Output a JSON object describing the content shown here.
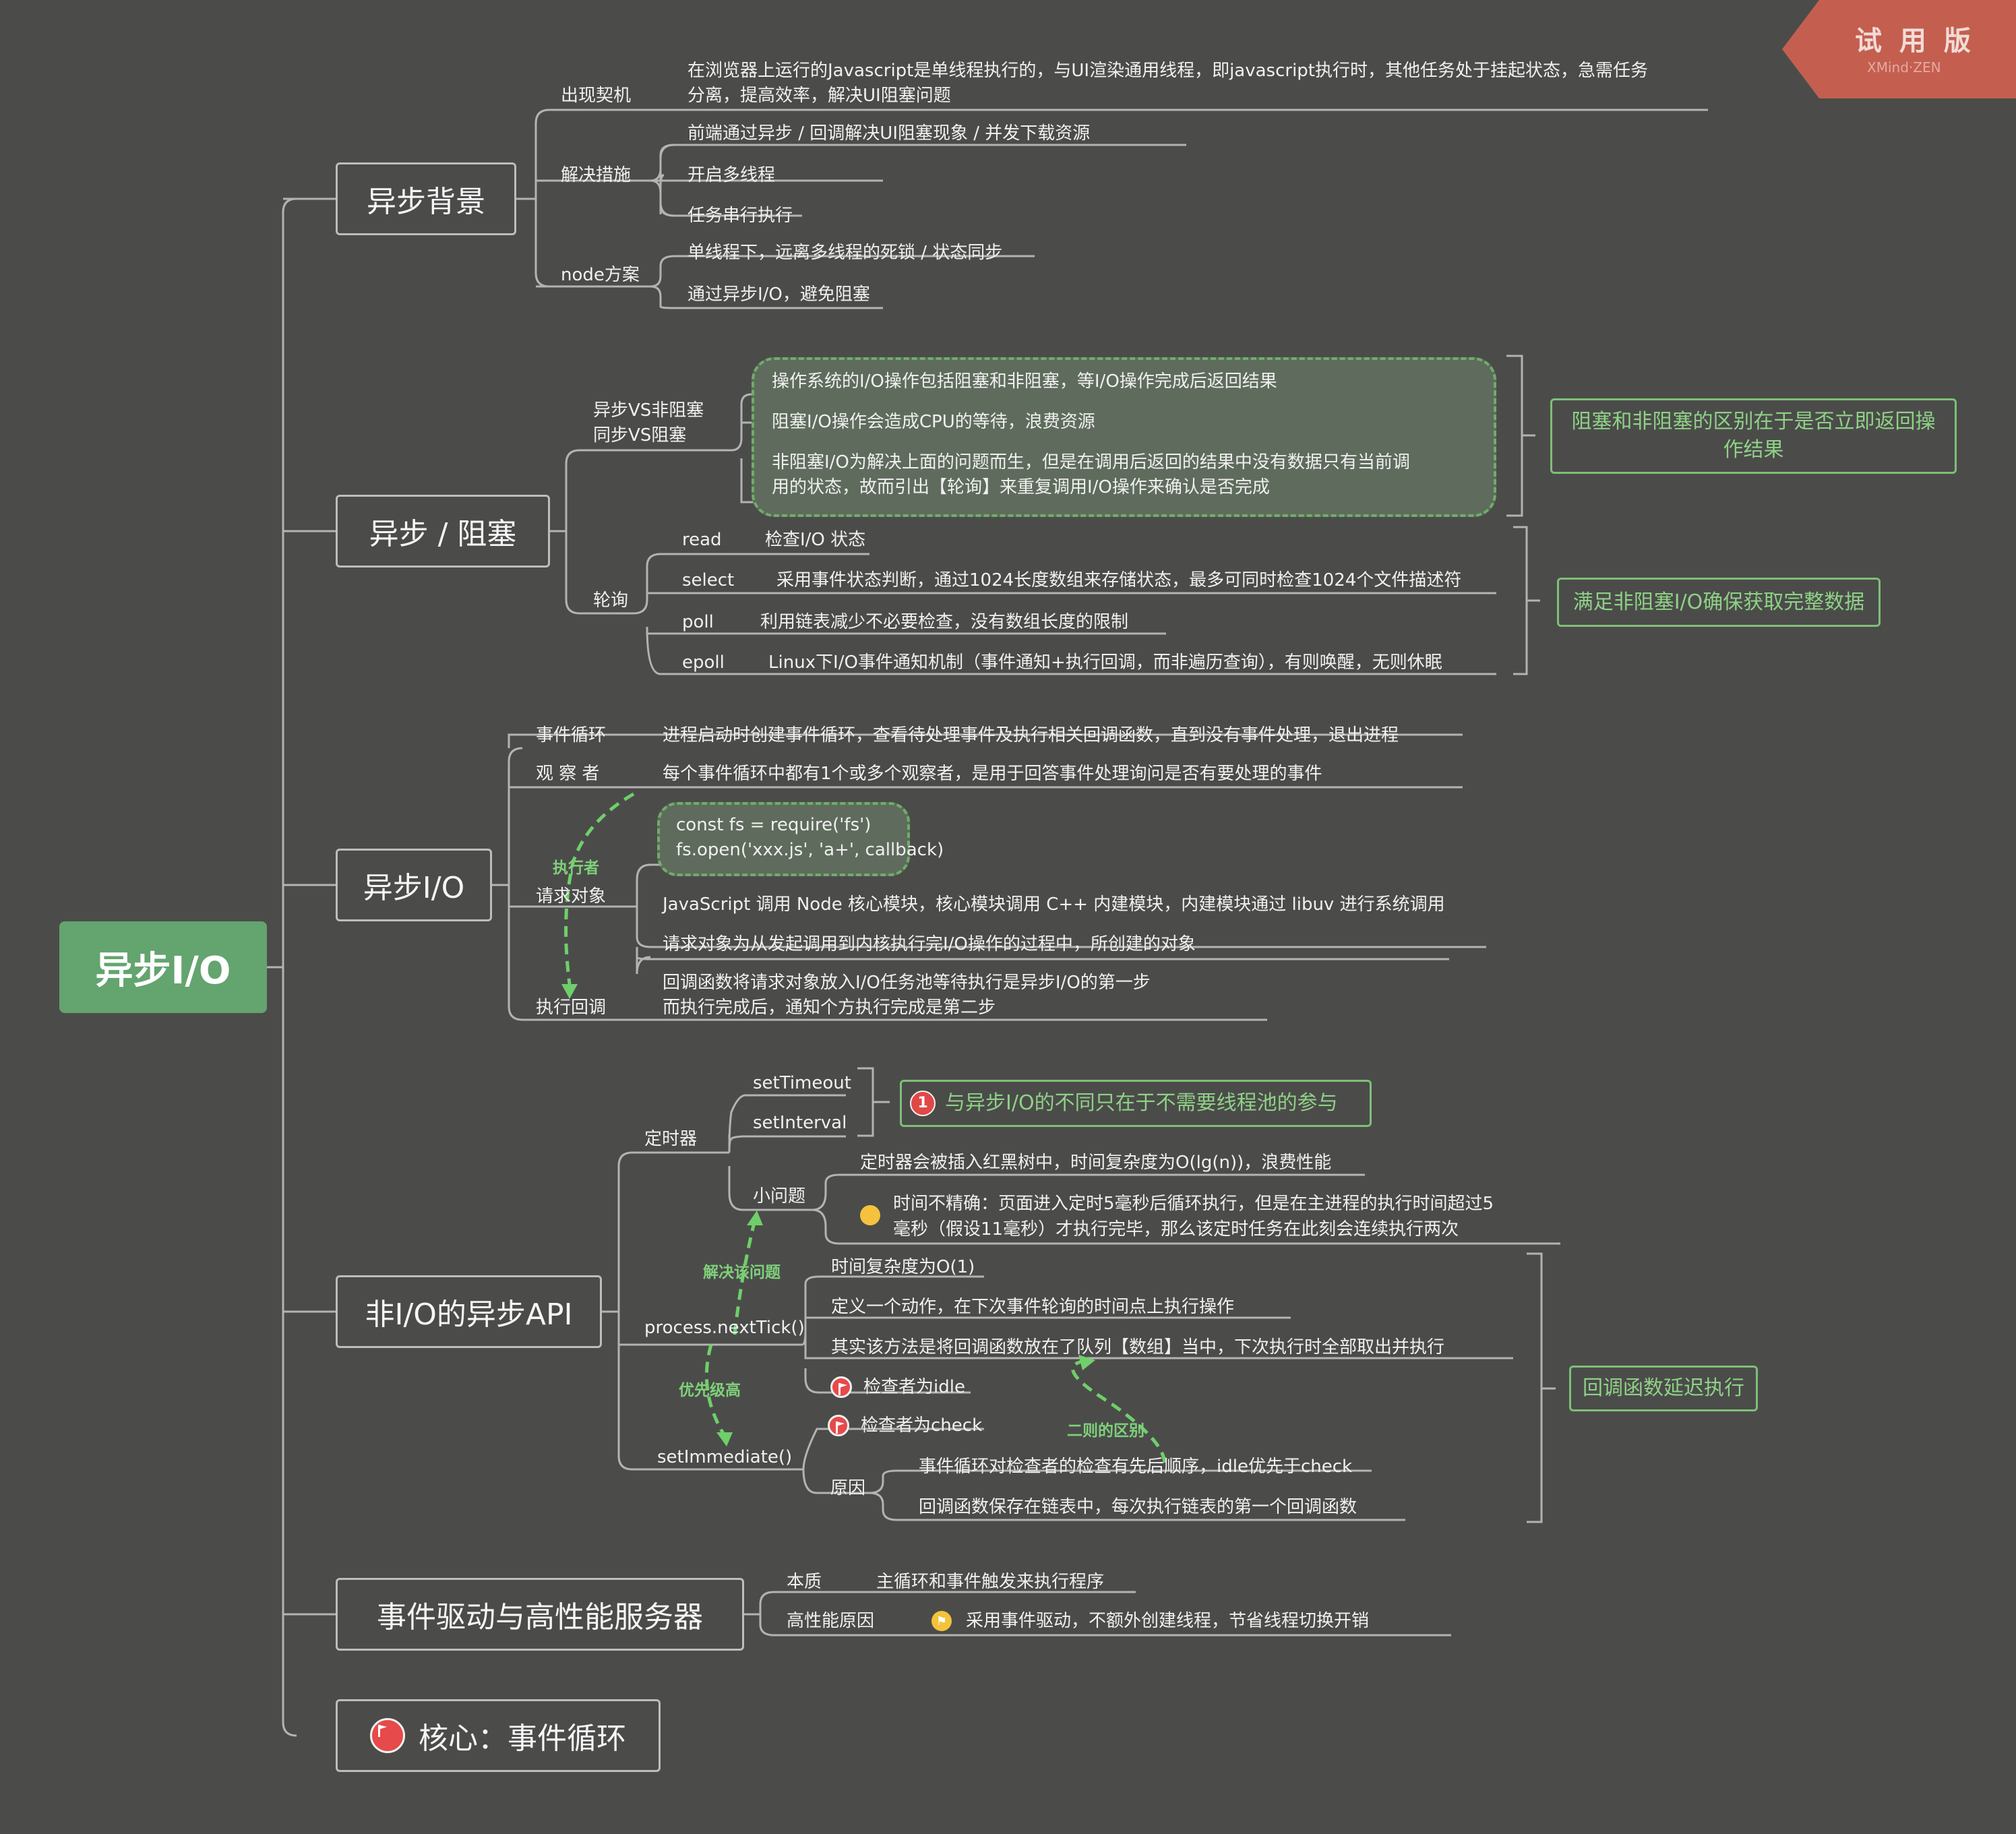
{
  "root": {
    "label": "异步I/O"
  },
  "watermark": {
    "label": "试 用 版",
    "sub": "XMind·ZEN"
  },
  "branch1": {
    "label": "异步背景",
    "appear": {
      "label": "出现契机",
      "text1": "在浏览器上运行的Javascript是单线程执行的，与UI渲染通用线程，即javascript执行时，其他任务处于挂起状态，急需任务",
      "text2": "分离，提高效率，解决UI阻塞问题"
    },
    "solution": {
      "label": "解决措施",
      "items": [
        "前端通过异步 / 回调解决UI阻塞现象 / 并发下载资源",
        "开启多线程",
        "任务串行执行"
      ]
    },
    "node": {
      "label": "node方案",
      "items": [
        "单线程下，远离多线程的死锁 / 状态同步",
        "通过异步I/O，避免阻塞"
      ]
    }
  },
  "branch2": {
    "label": "异步 / 阻塞",
    "vs": {
      "label1": "异步VS非阻塞",
      "label2": "同步VS阻塞",
      "items": [
        "操作系统的I/O操作包括阻塞和非阻塞，等I/O操作完成后返回结果",
        "阻塞I/O操作会造成CPU的等待，浪费资源",
        "非阻塞I/O为解决上面的问题而生，但是在调用后返回的结果中没有数据只有当前调",
        "用的状态，故而引出【轮询】来重复调用I/O操作来确认是否完成"
      ]
    },
    "vs_summary": "阻塞和非阻塞的区别在于是否立即返回操作结果",
    "poll": {
      "label": "轮询",
      "items": [
        {
          "k": "read",
          "v": "检查I/O 状态"
        },
        {
          "k": "select",
          "v": "采用事件状态判断，通过1024长度数组来存储状态，最多可同时检查1024个文件描述符"
        },
        {
          "k": "poll",
          "v": "利用链表减少不必要检查，没有数组长度的限制"
        },
        {
          "k": "epoll",
          "v": "Linux下I/O事件通知机制（事件通知+执行回调，而非遍历查询），有则唤醒，无则休眠"
        }
      ]
    },
    "poll_summary": "满足非阻塞I/O确保获取完整数据"
  },
  "branch3": {
    "label": "异步I/O",
    "loop": {
      "label": "事件循环",
      "text": "进程启动时创建事件循环，查看待处理事件及执行相关回调函数，直到没有事件处理，退出进程"
    },
    "observer": {
      "label": "观  察  者",
      "text": "每个事件循环中都有1个或多个观察者，是用于回答事件处理询问是否有要处理的事件"
    },
    "request": {
      "label": "请求对象",
      "code1": "const fs = require('fs')",
      "code2": "fs.open('xxx.js', 'a+', callback)",
      "items": [
        "JavaScript 调用 Node 核心模块，核心模块调用 C++ 内建模块，内建模块通过 libuv 进行系统调用",
        "请求对象为从发起调用到内核执行完I/O操作的过程中，所创建的对象"
      ]
    },
    "callback": {
      "label": "执行回调",
      "text1": "回调函数将请求对象放入I/O任务池等待执行是异步I/O的第一步",
      "text2": "而执行完成后，通知个方执行完成是第二步"
    },
    "executor_label": "执行者"
  },
  "branch4": {
    "label": "非I/O的异步API",
    "timer": {
      "label": "定时器",
      "items": [
        "setTimeout",
        "setInterval"
      ],
      "note_num": "1",
      "note": "与异步I/O的不同只在于不需要线程池的参与",
      "issue": {
        "label": "小问题",
        "items": [
          "定时器会被插入红黑树中，时间复杂度为O(lg(n))，浪费性能",
          "时间不精确：页面进入定时5毫秒后循环执行，但是在主进程的执行时间超过5",
          "毫秒（假设11毫秒）才执行完毕，那么该定时任务在此刻会连续执行两次"
        ]
      }
    },
    "nextTick": {
      "label": "process.nextTick()",
      "items": [
        "时间复杂度为O(1)",
        "定义一个动作，在下次事件轮询的时间点上执行操作",
        "其实该方法是将回调函数放在了队列【数组】当中，下次执行时全部取出并执行",
        "检查者为idle"
      ]
    },
    "setImmediate": {
      "label": "setImmediate()",
      "items": [
        "检查者为check"
      ],
      "reason": {
        "label": "原因",
        "items": [
          "事件循环对检查者的检查有先后顺序，idle优先于check",
          "回调函数保存在链表中，每次执行链表的第一个回调函数"
        ]
      }
    },
    "solve_label": "解决该问题",
    "priority_label": "优先级高",
    "diff_label": "二则的区别",
    "summary": "回调函数延迟执行"
  },
  "branch5": {
    "label": "事件驱动与高性能服务器",
    "essence": {
      "label": "本质",
      "text": "主循环和事件触发来执行程序"
    },
    "perf": {
      "label": "高性能原因",
      "text": "采用事件驱动，不额外创建线程，节省线程切换开销"
    }
  },
  "branch6": {
    "label": "核心：事件循环"
  },
  "colors": {
    "background": "#4b4c4a",
    "root": "#63a46f",
    "accent_green": "#7fd07a",
    "line": "#b3b3b3",
    "flag_red": "#e64a4a"
  }
}
